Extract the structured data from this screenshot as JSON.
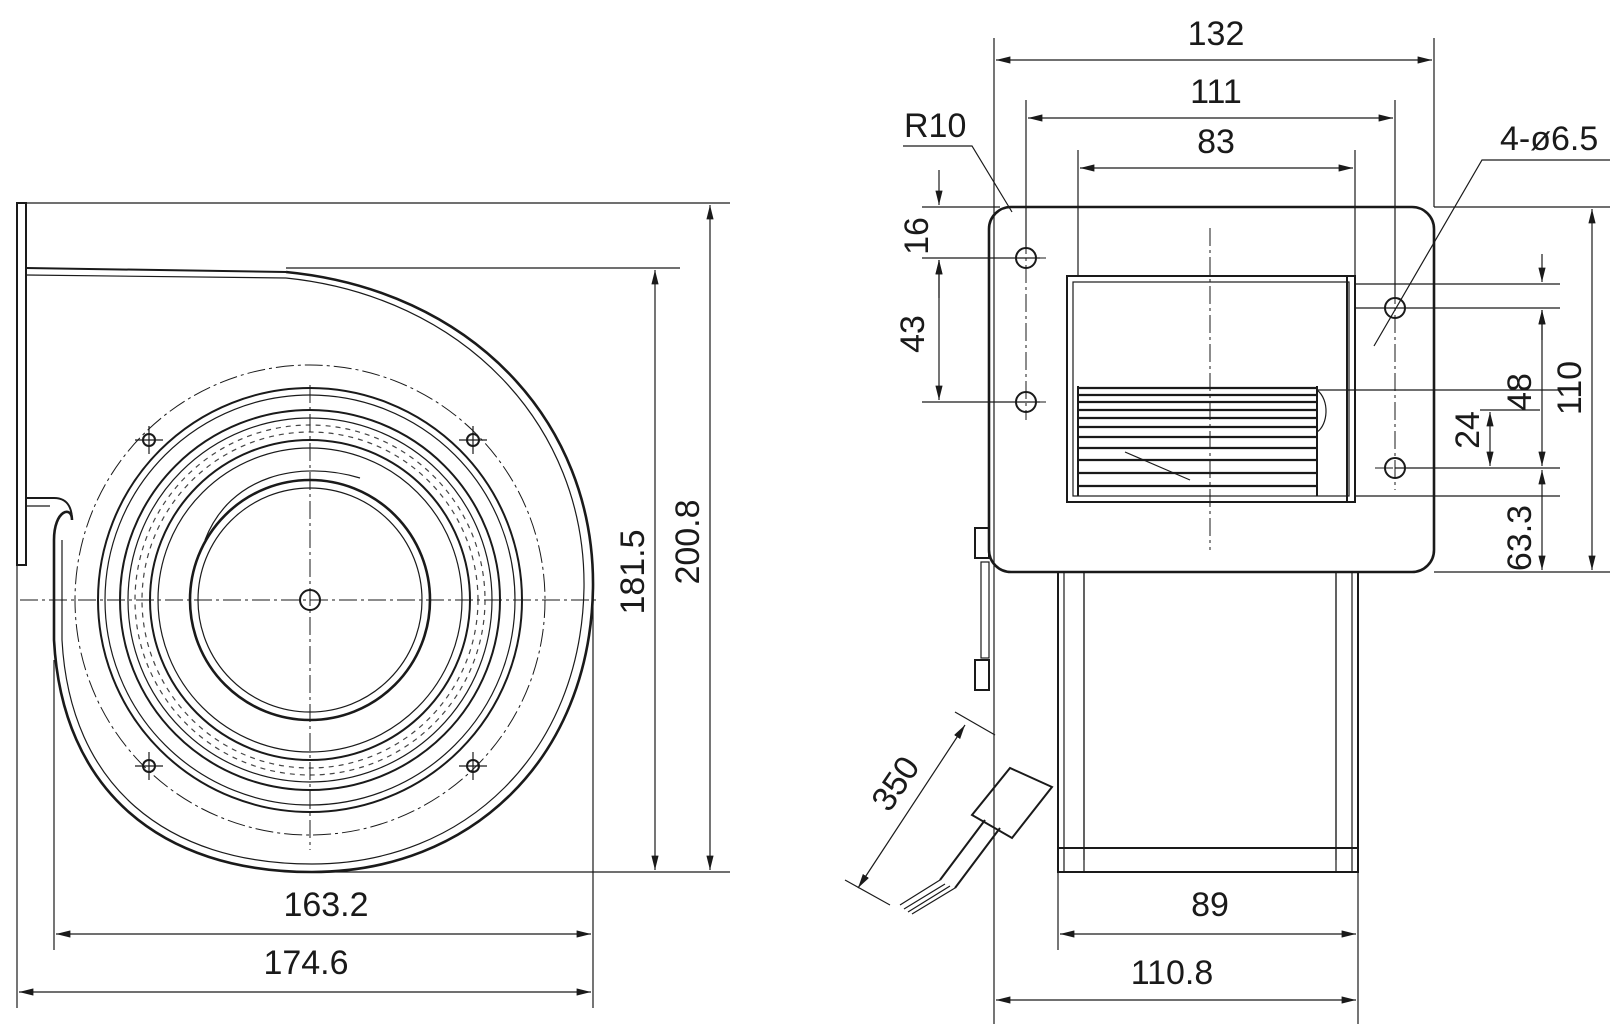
{
  "front_view": {
    "dims": {
      "inner_width": "163.2",
      "outer_width": "174.6",
      "inner_height": "181.5",
      "outer_height": "200.8"
    }
  },
  "side_view": {
    "dims": {
      "top_width": "132",
      "hole_spacing_h": "111",
      "opening_width": "83",
      "corner_radius": "R10",
      "holes": "4-ø6.5",
      "hole_offset_top": "16",
      "hole_spacing_left": "43",
      "outlet_height_48": "48",
      "hole_spacing_right": "24",
      "flange_height": "110",
      "center_height": "63.3",
      "cable_length": "350",
      "body_width": "89",
      "total_width": "110.8"
    }
  }
}
